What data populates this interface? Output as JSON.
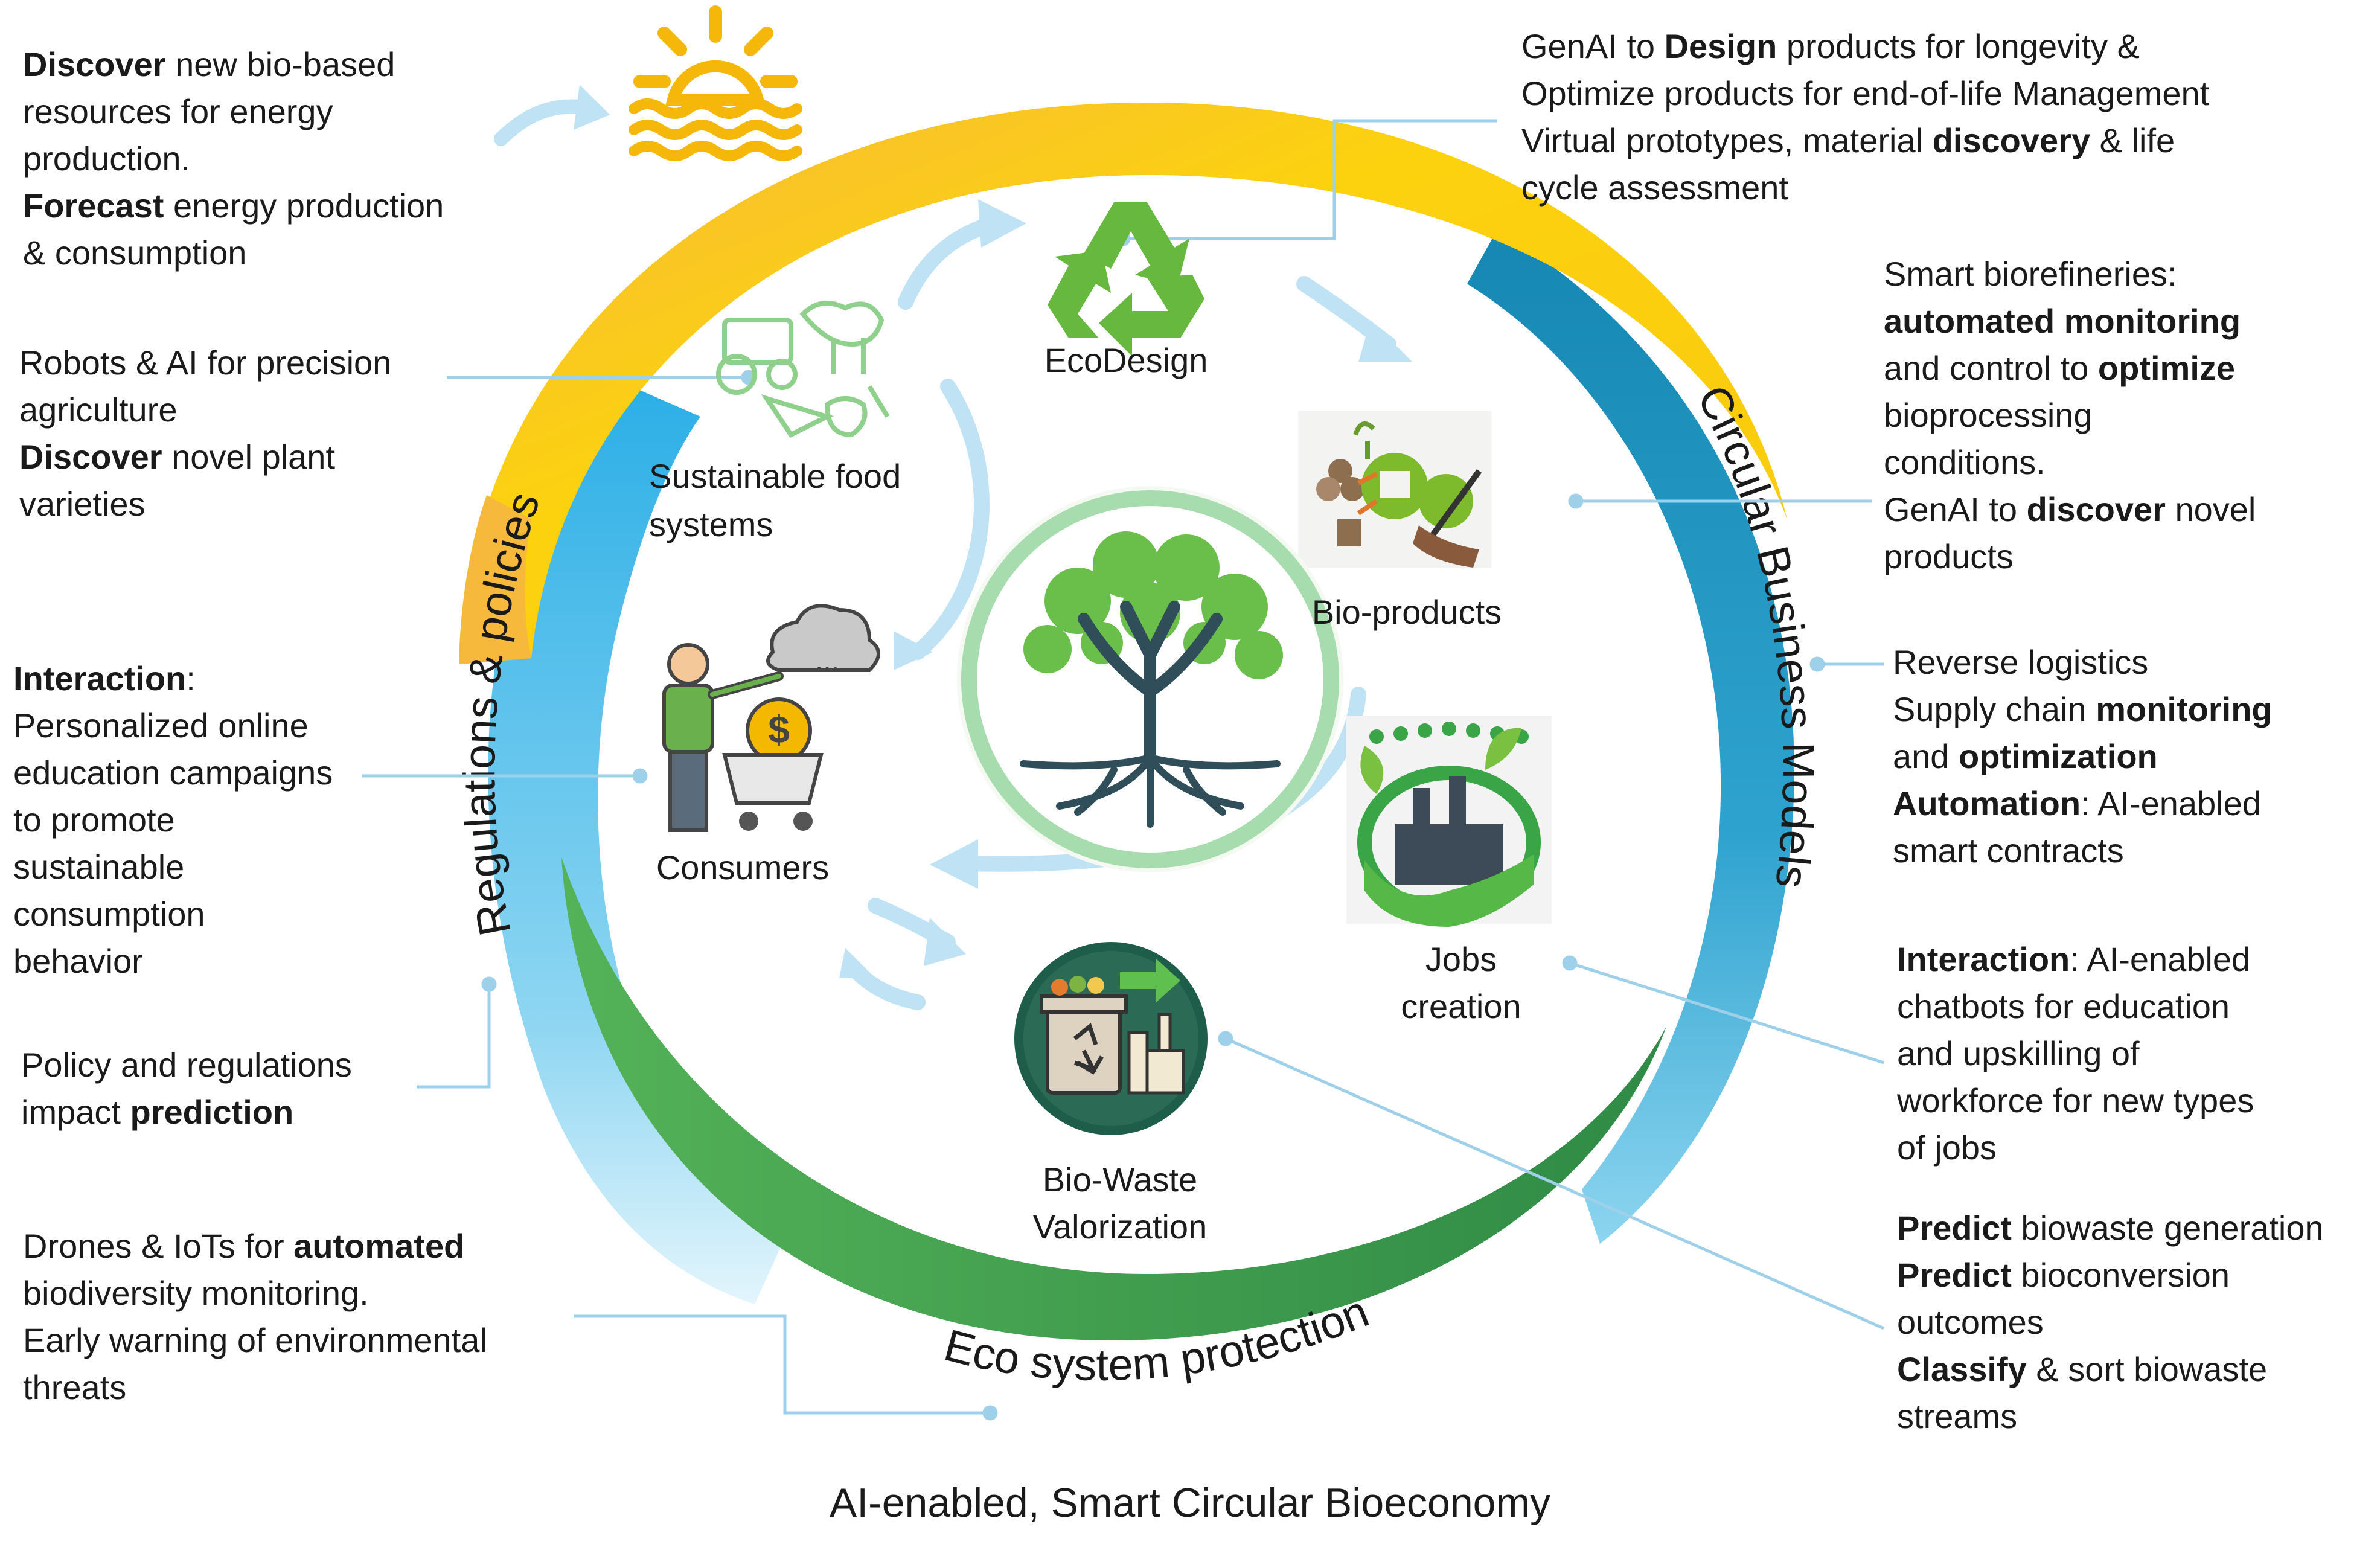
{
  "ring_labels": {
    "left": "Regulations & policies",
    "right": "Circular Business Models",
    "bottom": "Eco system protection"
  },
  "nodes": {
    "ecodesign": "EcoDesign",
    "food_1": "Sustainable food",
    "food_2": "systems",
    "bioproducts": "Bio-products",
    "consumers": "Consumers",
    "jobs_1": "Jobs",
    "jobs_2": "creation",
    "biowaste_1": "Bio-Waste",
    "biowaste_2": "Valorization"
  },
  "notes": {
    "energy": [
      [
        {
          "b": "Discover"
        },
        {
          "t": " new bio-based"
        }
      ],
      [
        {
          "t": "resources for energy"
        }
      ],
      [
        {
          "t": "production."
        }
      ],
      [
        {
          "b": "Forecast"
        },
        {
          "t": " energy production"
        }
      ],
      [
        {
          "t": "& consumption"
        }
      ]
    ],
    "agri": [
      [
        {
          "t": "Robots & AI  for precision"
        }
      ],
      [
        {
          "t": "agriculture"
        }
      ],
      [
        {
          "b": "Discover"
        },
        {
          "t": " novel plant"
        }
      ],
      [
        {
          "t": "varieties"
        }
      ]
    ],
    "consumer": [
      [
        {
          "b": "Interaction"
        },
        {
          "t": ":"
        }
      ],
      [
        {
          "t": "Personalized online"
        }
      ],
      [
        {
          "t": "education campaigns"
        }
      ],
      [
        {
          "t": "to promote"
        }
      ],
      [
        {
          "t": "sustainable"
        }
      ],
      [
        {
          "t": "consumption"
        }
      ],
      [
        {
          "t": "behavior"
        }
      ]
    ],
    "policy": [
      [
        {
          "t": "Policy and regulations"
        }
      ],
      [
        {
          "t": "impact "
        },
        {
          "b": "prediction"
        }
      ]
    ],
    "eco": [
      [
        {
          "t": "Drones & IoTs for "
        },
        {
          "b": "automated"
        }
      ],
      [
        {
          "t": "biodiversity monitoring."
        }
      ],
      [
        {
          "t": "Early warning of environmental"
        }
      ],
      [
        {
          "t": "threats"
        }
      ]
    ],
    "design": [
      [
        {
          "t": "GenAI to "
        },
        {
          "b": "Design"
        },
        {
          "t": " products for longevity &"
        }
      ],
      [
        {
          "t": "Optimize products for end-of-life Management"
        }
      ],
      [
        {
          "t": "Virtual prototypes, material "
        },
        {
          "b": "discovery"
        },
        {
          "t": " & life"
        }
      ],
      [
        {
          "t": "cycle assessment"
        }
      ]
    ],
    "biorefinery": [
      [
        {
          "t": "Smart biorefineries:"
        }
      ],
      [
        {
          "b": "automated monitoring"
        }
      ],
      [
        {
          "t": "and control to "
        },
        {
          "b": "optimize"
        }
      ],
      [
        {
          "t": "bioprocessing"
        }
      ],
      [
        {
          "t": "conditions."
        }
      ],
      [
        {
          "t": "GenAI to "
        },
        {
          "b": "discover"
        },
        {
          "t": " novel"
        }
      ],
      [
        {
          "t": "products"
        }
      ]
    ],
    "logistics": [
      [
        {
          "t": "Reverse logistics"
        }
      ],
      [
        {
          "t": "Supply chain "
        },
        {
          "b": "monitoring"
        }
      ],
      [
        {
          "t": "and "
        },
        {
          "b": "optimization"
        }
      ],
      [
        {
          "b": "Automation"
        },
        {
          "t": ": AI-enabled"
        }
      ],
      [
        {
          "t": "smart contracts"
        }
      ]
    ],
    "jobs": [
      [
        {
          "b": "Interaction"
        },
        {
          "t": ": AI-enabled"
        }
      ],
      [
        {
          "t": "chatbots for education"
        }
      ],
      [
        {
          "t": "and upskilling of"
        }
      ],
      [
        {
          "t": "workforce for new types"
        }
      ],
      [
        {
          "t": "of jobs"
        }
      ]
    ],
    "waste": [
      [
        {
          "b": "Predict"
        },
        {
          "t": " biowaste generation"
        }
      ],
      [
        {
          "b": "Predict"
        },
        {
          "t": " bioconversion"
        }
      ],
      [
        {
          "t": "outcomes"
        }
      ],
      [
        {
          "b": "Classify"
        },
        {
          "t": " & sort biowaste"
        }
      ],
      [
        {
          "t": "streams"
        }
      ]
    ]
  },
  "caption": "AI-enabled, Smart Circular Bioeconomy",
  "colors": {
    "yellow": "#f9c80e",
    "orange_yellow": "#f7b731",
    "blue": "#1b8fc0",
    "light_blue": "#5cc6ee",
    "green": "#3a9a4a",
    "dark_green": "#2a7a3a",
    "arrow": "#b9def3",
    "connector": "#9fd0ea",
    "icon_green": "#5aa83c"
  }
}
